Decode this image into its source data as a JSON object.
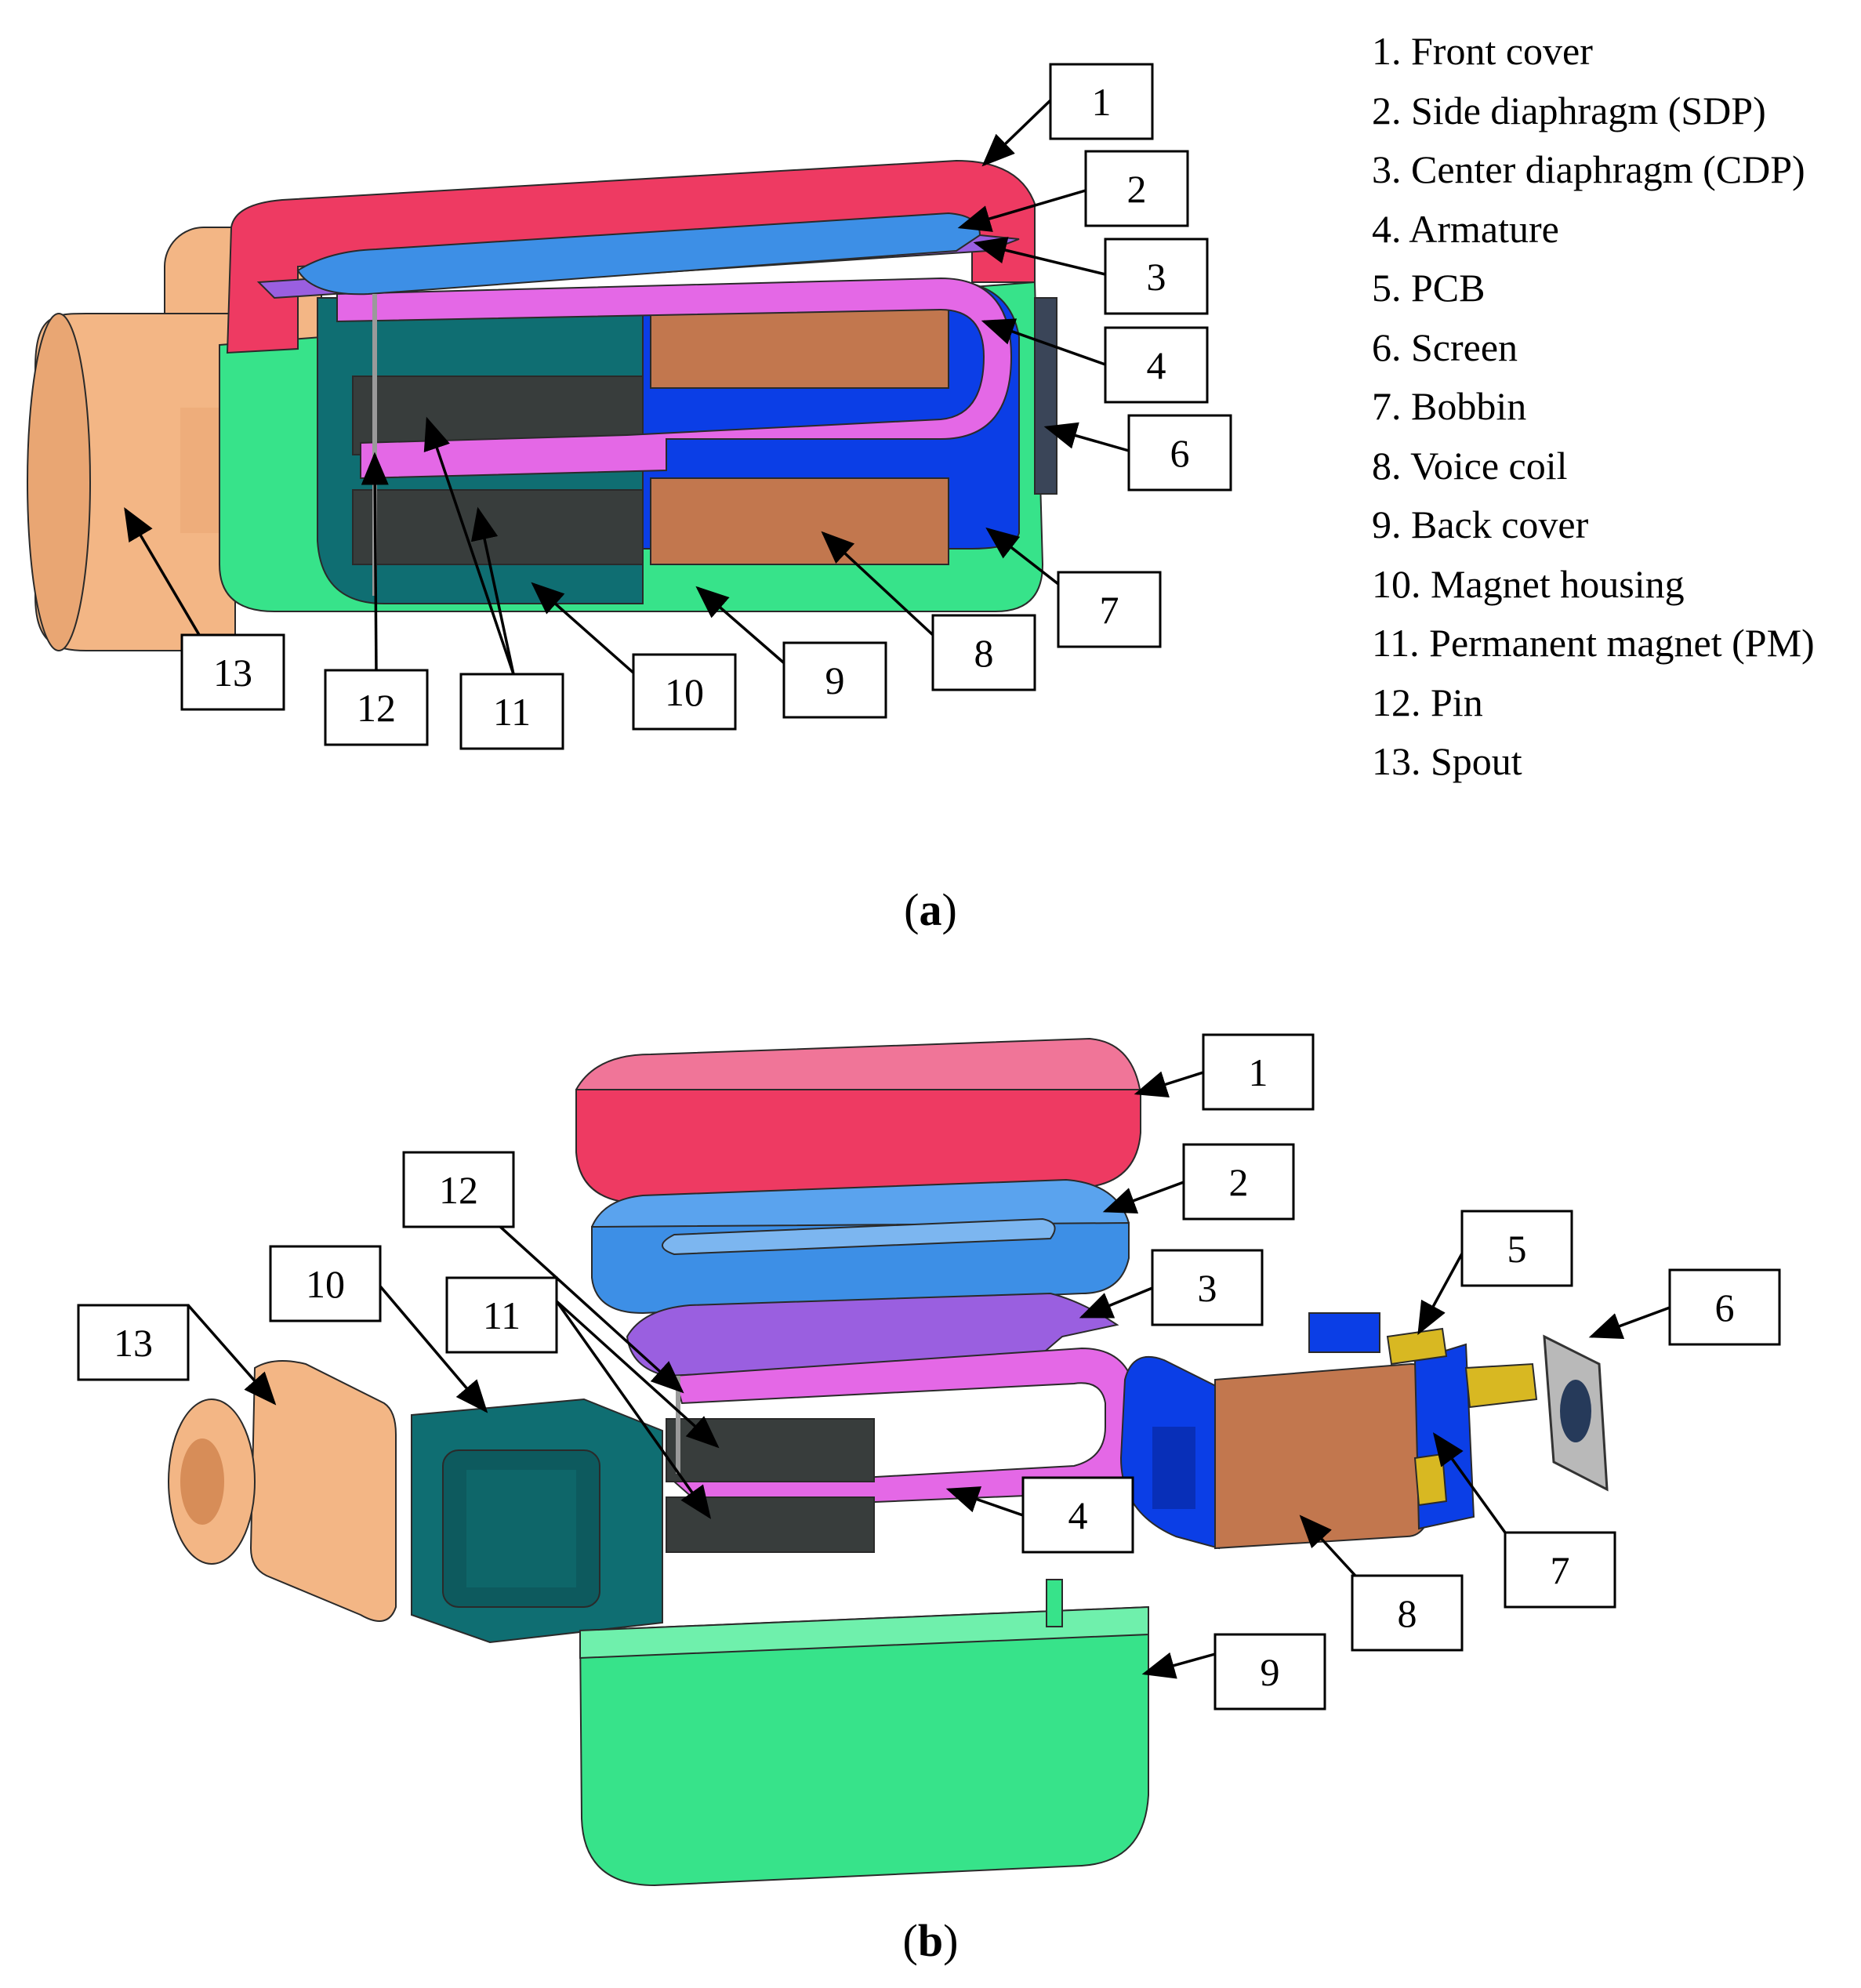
{
  "legend": [
    "1. Front cover",
    "2. Side diaphragm (SDP)",
    "3. Center diaphragm (CDP)",
    "4. Armature",
    "5. PCB",
    "6. Screen",
    "7. Bobbin",
    "8. Voice coil",
    "9. Back cover",
    "10. Magnet housing",
    "11. Permanent magnet (PM)",
    "12. Pin",
    "13. Spout"
  ],
  "panel_a": {
    "label_open": "(",
    "label_letter": "a",
    "label_close": ")",
    "callouts": [
      "1",
      "2",
      "3",
      "4",
      "6",
      "7",
      "8",
      "9",
      "10",
      "11",
      "12",
      "13"
    ]
  },
  "panel_b": {
    "label_open": "(",
    "label_letter": "b",
    "label_close": ")",
    "callouts": [
      "1",
      "2",
      "3",
      "4",
      "5",
      "6",
      "7",
      "8",
      "9",
      "10",
      "11",
      "12",
      "13"
    ]
  },
  "colors": {
    "front_cover": "#ee3a62",
    "side_diaphragm": "#3d8fe6",
    "center_diaphragm": "#9a5fe0",
    "armature": "#e468e6",
    "pcb": "#d8b822",
    "screen": "#b9b9b9",
    "bobbin": "#0b3ee6",
    "voice_coil": "#c2774e",
    "back_cover": "#37e38a",
    "magnet_housing": "#0f6e72",
    "permanent_magnet": "#383d3c",
    "pin": "#9a9a9a",
    "spout": "#f3b685"
  }
}
